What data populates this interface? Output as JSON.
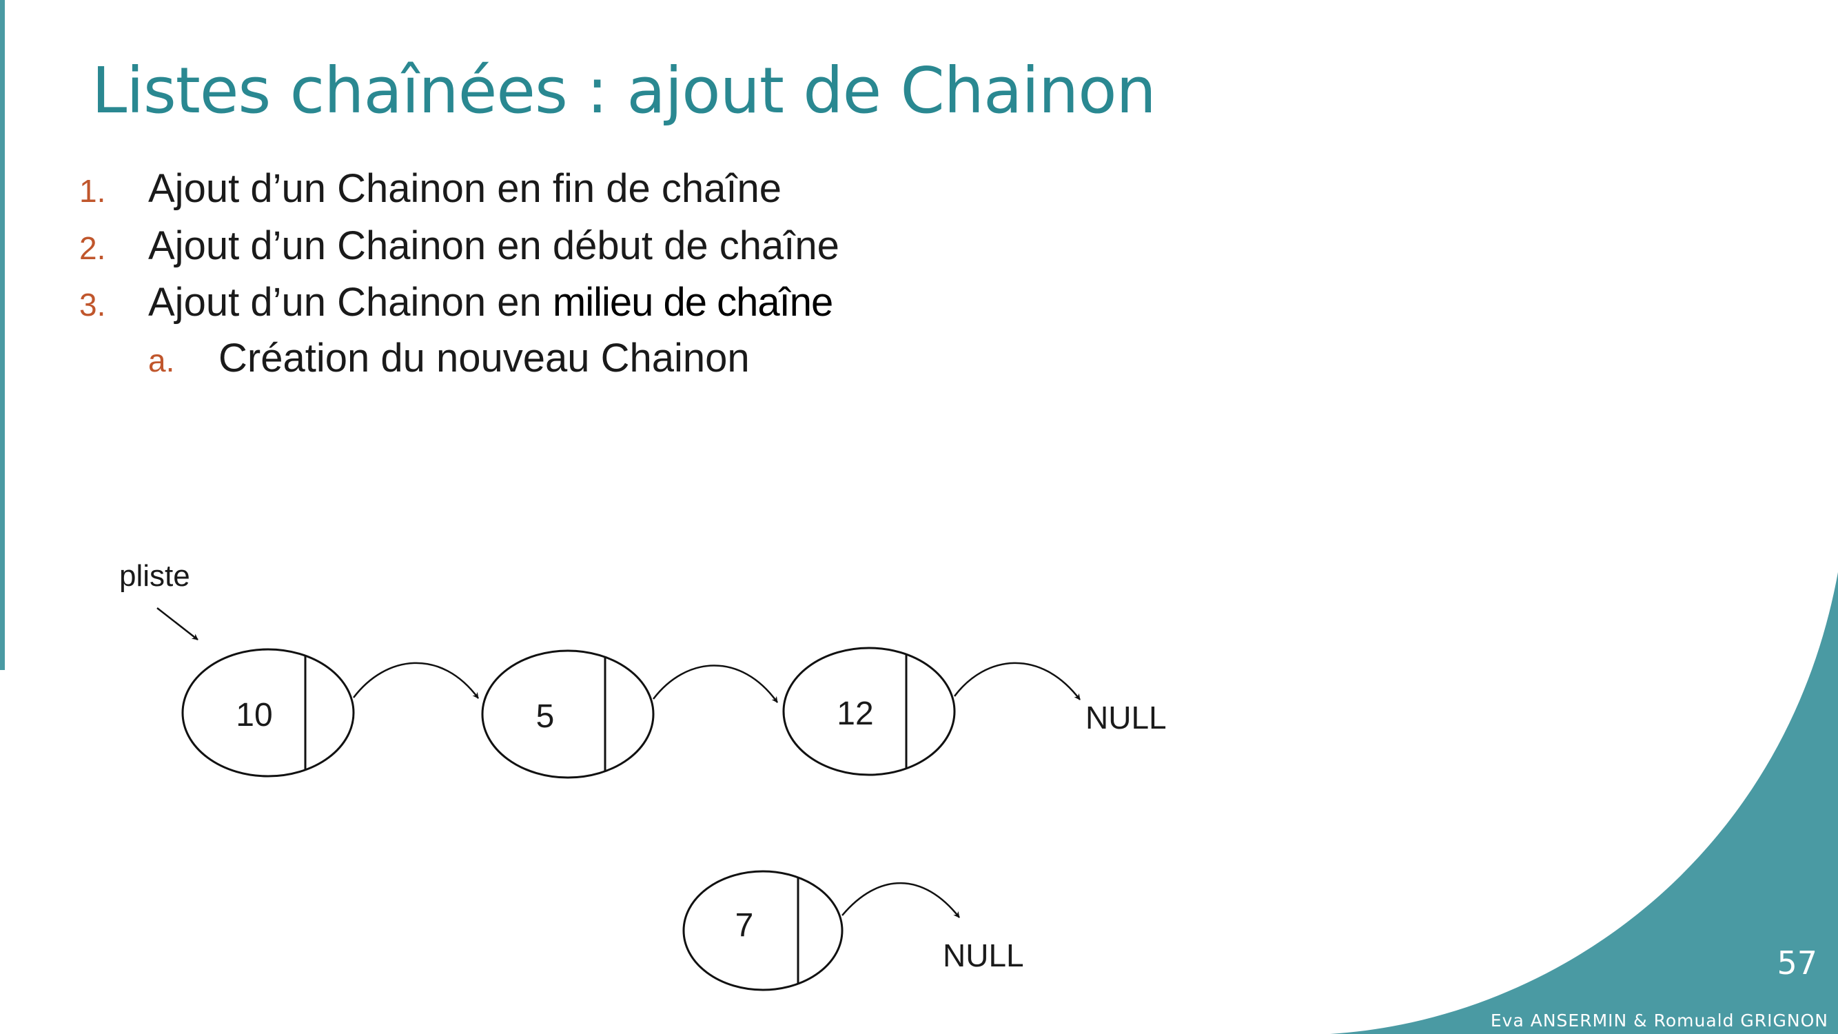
{
  "slide": {
    "title": "Listes chaînées : ajout de Chainon",
    "items": [
      {
        "number": "1.",
        "text": "Ajout d’un Chainon en fin de chaîne"
      },
      {
        "number": "2.",
        "text": "Ajout d’un Chainon en début de chaîne"
      },
      {
        "number": "3.",
        "text": "Ajout d’un Chainon en ",
        "emphasis": "milieu de chaîne"
      },
      {
        "number": "a.",
        "text": "Création du nouveau Chainon"
      }
    ],
    "page_number": "57",
    "footer": "Eva ANSERMIN & Romuald GRIGNON",
    "accent_color": "#4a9aa3"
  },
  "diagram": {
    "pointer_label": "pliste",
    "chain": [
      "10",
      "5",
      "12"
    ],
    "chain_end": "NULL",
    "new_node": "7",
    "new_node_end": "NULL"
  }
}
